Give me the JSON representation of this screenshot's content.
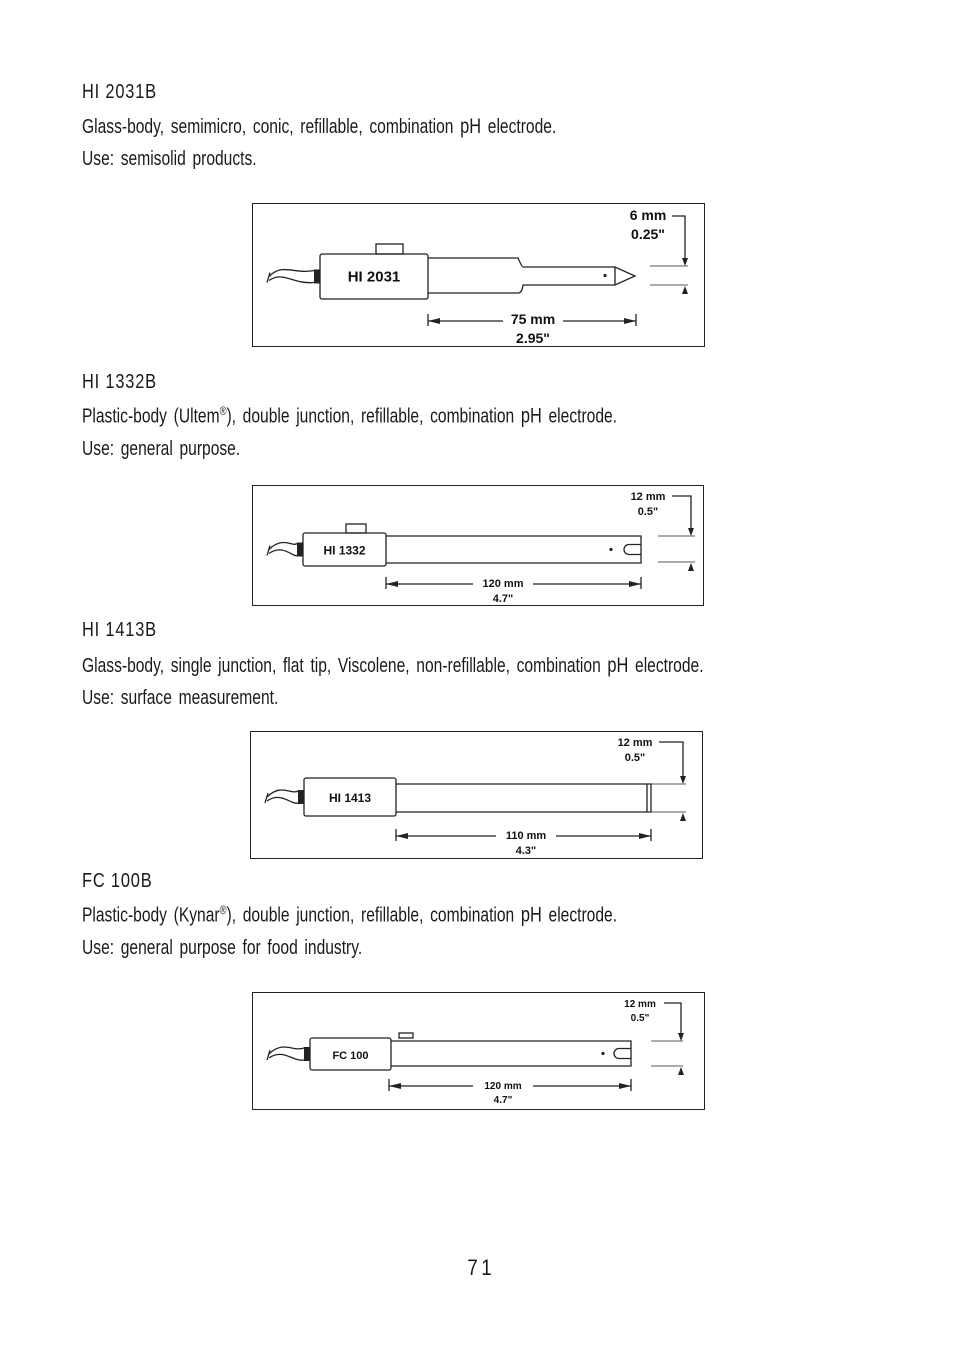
{
  "products": [
    {
      "code": "HI 2031B",
      "pre": "Glass-body, semimicro, conic, refillable, combination ",
      "ph": "pH",
      "post": " electrode.",
      "use": "Use: semisolid products.",
      "diagram": {
        "model": "HI 2031",
        "tip_mm": "6 mm",
        "tip_in": "0.25\"",
        "len_mm": "75 mm",
        "len_in": "2.95\""
      }
    },
    {
      "code": "HI 1332B",
      "pre": "Plastic-body (Ultem",
      "reg": "®",
      "pre2": "), double junction, refillable, combination ",
      "ph": "pH",
      "post": " electrode.",
      "use": "Use: general purpose.",
      "diagram": {
        "model": "HI 1332",
        "tip_mm": "12 mm",
        "tip_in": "0.5\"",
        "len_mm": "120 mm",
        "len_in": "4.7\""
      }
    },
    {
      "code": "HI 1413B",
      "pre": "Glass-body, single junction, flat tip, Viscolene, non-refillable, combination ",
      "ph": "pH",
      "post": " electrode.",
      "use": "Use: surface measurement.",
      "diagram": {
        "model": "HI 1413",
        "tip_mm": "12 mm",
        "tip_in": "0.5\"",
        "len_mm": "110 mm",
        "len_in": "4.3\""
      }
    },
    {
      "code": "FC 100B",
      "pre": "Plastic-body (Kynar",
      "reg": "®",
      "pre2": "), double junction, refillable, combination ",
      "ph": "pH",
      "post": " electrode.",
      "use": "Use: general purpose for food industry.",
      "diagram": {
        "model": "FC 100",
        "tip_mm": "12 mm",
        "tip_in": "0.5\"",
        "len_mm": "120 mm",
        "len_in": "4.7\""
      }
    }
  ],
  "page_number": "71"
}
